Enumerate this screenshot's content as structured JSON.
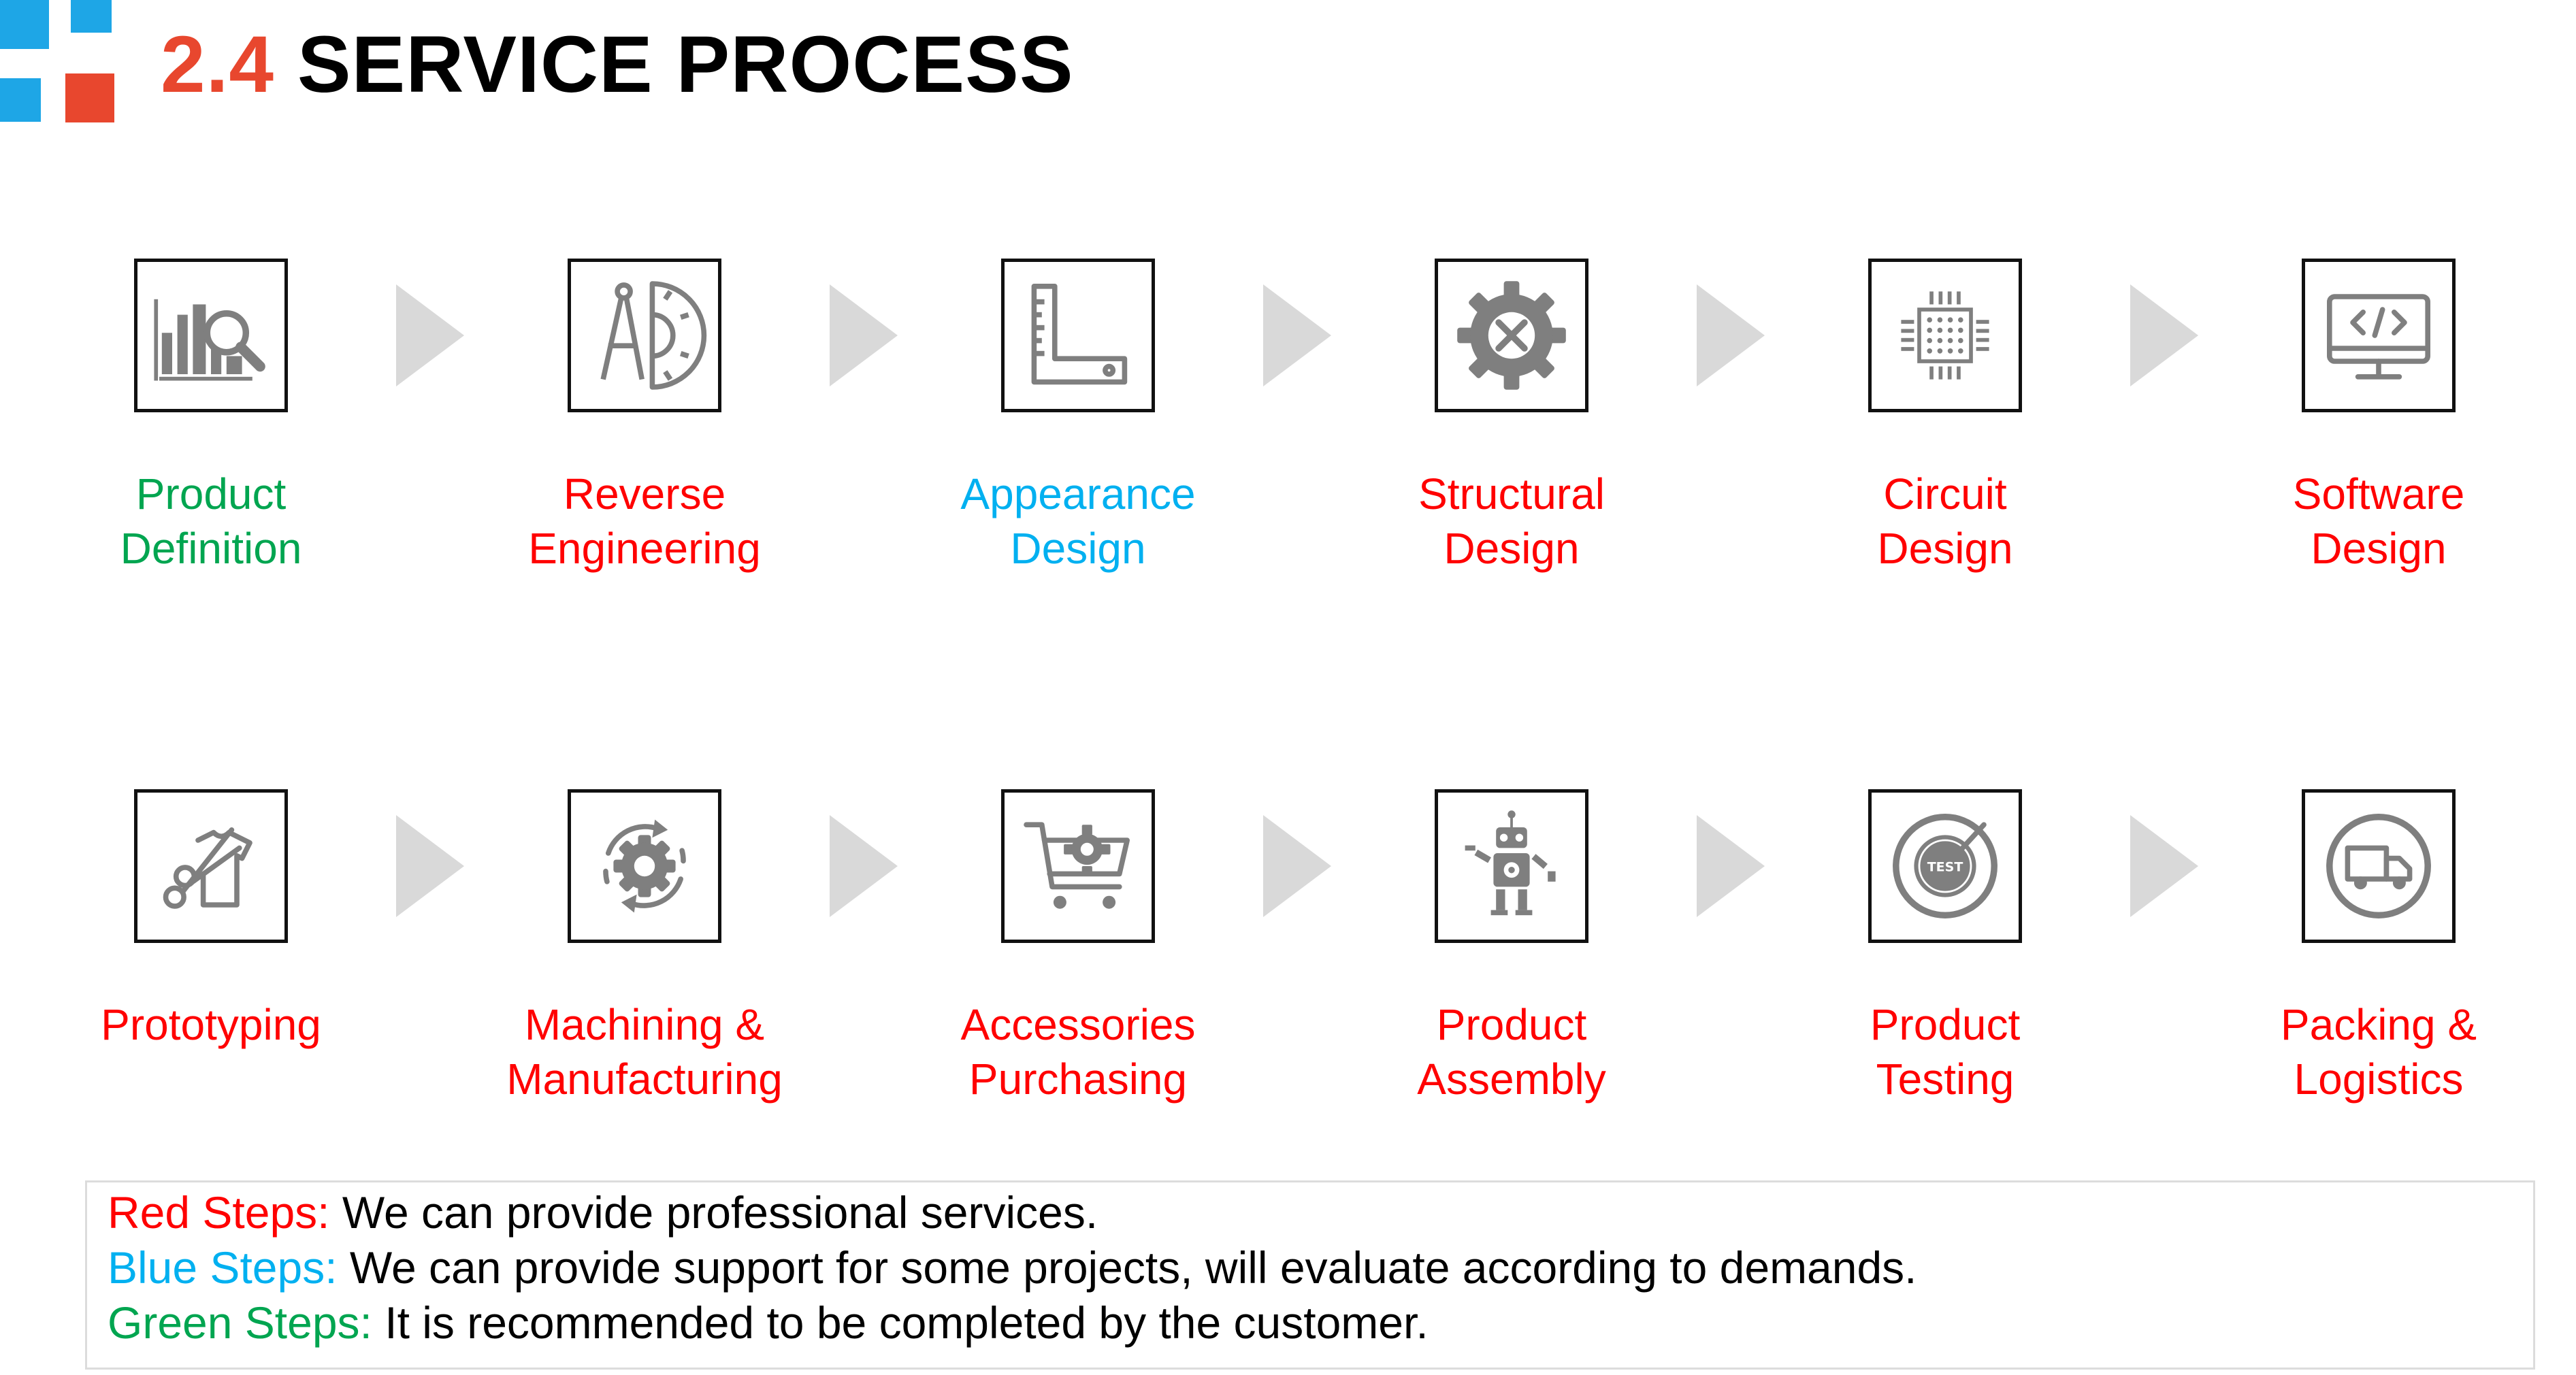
{
  "header": {
    "logo_colors": {
      "blue": "#1ea6e6",
      "red": "#e8472e"
    },
    "section_number": "2.4",
    "title": "SERVICE PROCESS"
  },
  "steps": [
    {
      "icon": "chart-search-icon",
      "lines": [
        "Product",
        "Definition"
      ],
      "color": "green"
    },
    {
      "icon": "compass-protractor-icon",
      "lines": [
        "Reverse",
        "Engineering"
      ],
      "color": "red"
    },
    {
      "icon": "set-square-ruler-icon",
      "lines": [
        "Appearance",
        "Design"
      ],
      "color": "blue"
    },
    {
      "icon": "gear-tools-icon",
      "lines": [
        "Structural",
        "Design"
      ],
      "color": "red"
    },
    {
      "icon": "chip-icon",
      "lines": [
        "Circuit",
        "Design"
      ],
      "color": "red"
    },
    {
      "icon": "monitor-code-icon",
      "lines": [
        "Software",
        "Design"
      ],
      "color": "red"
    },
    {
      "icon": "scissors-shirt-icon",
      "lines": [
        "Prototyping"
      ],
      "color": "red"
    },
    {
      "icon": "gear-cycle-icon",
      "lines": [
        "Machining &",
        "Manufacturing"
      ],
      "color": "red"
    },
    {
      "icon": "cart-gear-icon",
      "lines": [
        "Accessories",
        "Purchasing"
      ],
      "color": "red"
    },
    {
      "icon": "robot-icon",
      "lines": [
        "Product",
        "Assembly"
      ],
      "color": "red"
    },
    {
      "icon": "test-gauge-icon",
      "lines": [
        "Product",
        "Testing"
      ],
      "color": "red"
    },
    {
      "icon": "truck-icon",
      "lines": [
        "Packing &",
        "Logistics"
      ],
      "color": "red"
    }
  ],
  "legend": [
    {
      "key": "Red Steps:",
      "text": " We can provide professional services.",
      "color": "red"
    },
    {
      "key": "Blue Steps:",
      "text": " We can provide support for some projects, will evaluate according to demands.",
      "color": "blue"
    },
    {
      "key": "Green Steps:",
      "text": " It is recommended to be completed by the customer.",
      "color": "green"
    }
  ],
  "colors": {
    "red": "#ff0000",
    "blue": "#00b0f0",
    "green": "#00a550",
    "icon_gray": "#7f7f7f",
    "arrow_gray": "#d9d9d9"
  }
}
